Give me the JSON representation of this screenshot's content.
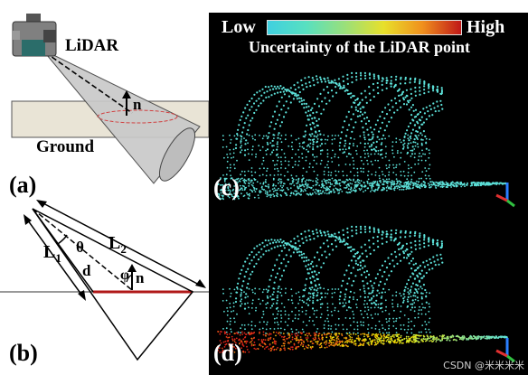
{
  "panel_a": {
    "label": "(a)",
    "lidar_label": "LiDAR",
    "ground_label": "Ground",
    "normal_label": "n"
  },
  "panel_b": {
    "label": "(b)",
    "L1": "L",
    "L1_sub": "1",
    "L2": "L",
    "L2_sub": "2",
    "theta": "θ",
    "phi": "φ",
    "d": "d",
    "n": "n"
  },
  "panel_c": {
    "label": "(c)"
  },
  "panel_d": {
    "label": "(d)"
  },
  "legend": {
    "low": "Low",
    "high": "High",
    "title": "Uncertainty of the LiDAR point"
  },
  "watermark": "CSDN @米米米米",
  "colors": {
    "point_low": "#5ce0d8",
    "point_mid": "#f2e600",
    "point_high": "#e0241a",
    "cone": "#c8c8c8",
    "ground": "#e9e4d6",
    "segment": "#b01818"
  }
}
